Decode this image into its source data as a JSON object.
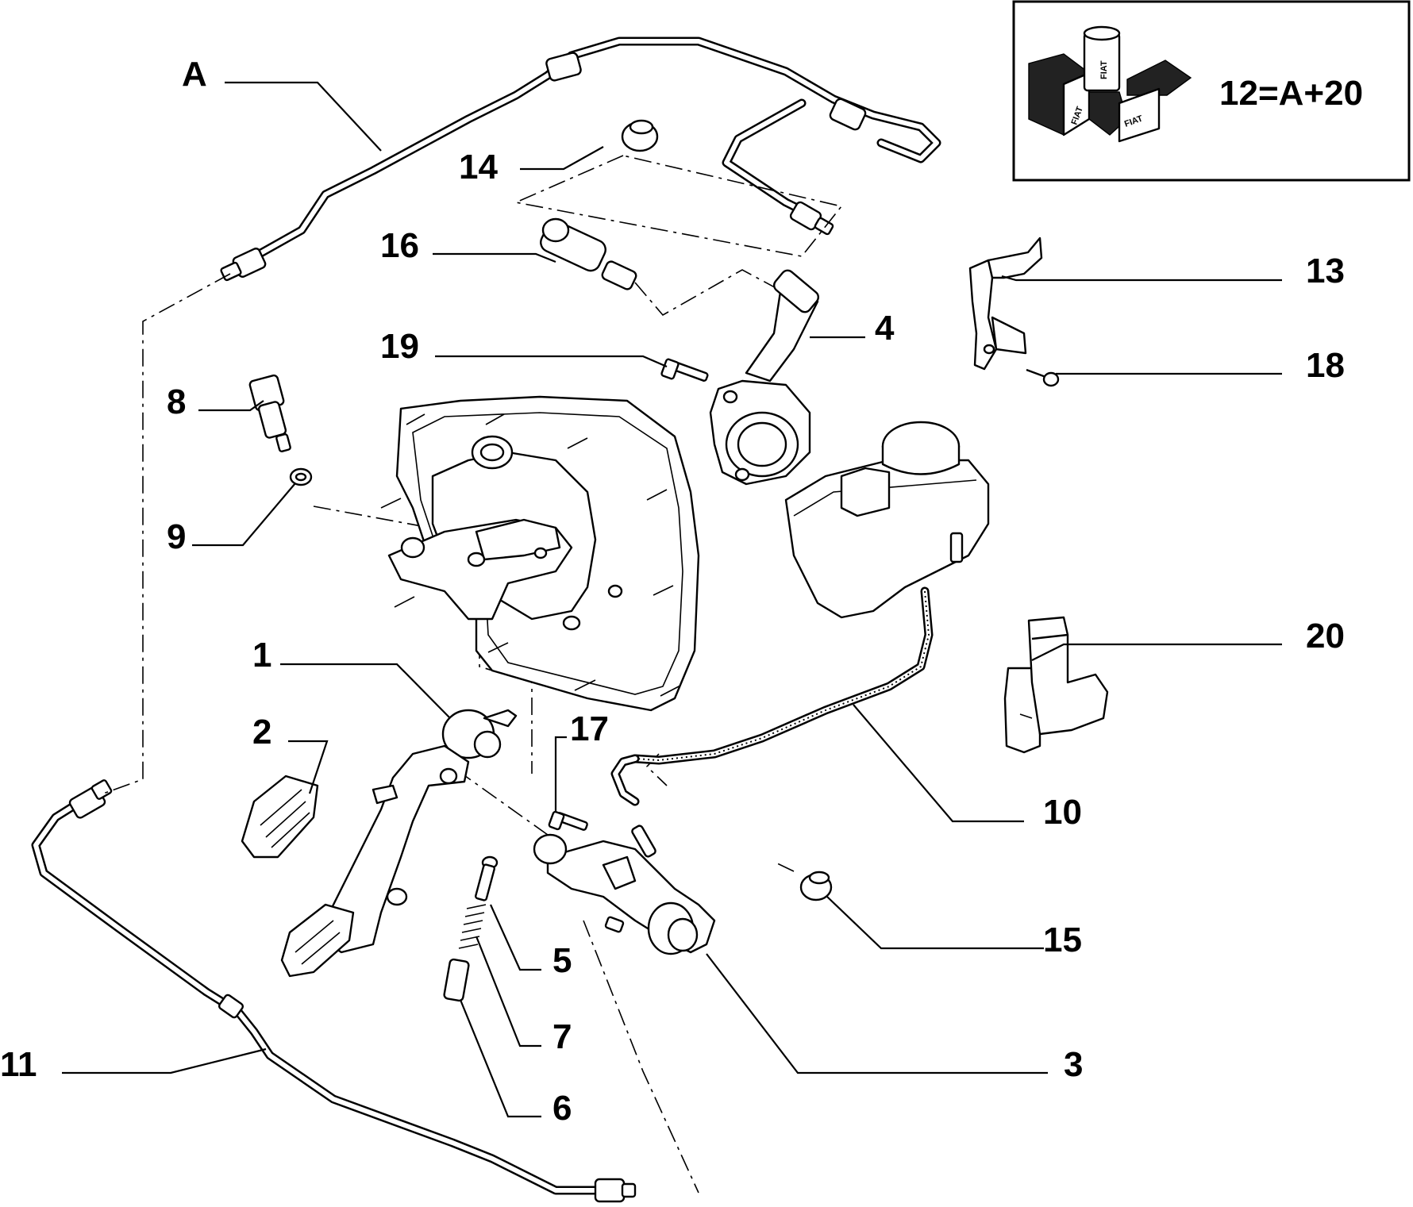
{
  "inset": {
    "formula": "12=A+20",
    "logo_text": "FIAT"
  },
  "callouts": {
    "A": "A",
    "c1": "1",
    "c2": "2",
    "c3": "3",
    "c4": "4",
    "c5": "5",
    "c6": "6",
    "c7": "7",
    "c8": "8",
    "c9": "9",
    "c10": "10",
    "c11": "11",
    "c13": "13",
    "c14": "14",
    "c15": "15",
    "c16": "16",
    "c17": "17",
    "c18": "18",
    "c19": "19",
    "c20": "20"
  }
}
